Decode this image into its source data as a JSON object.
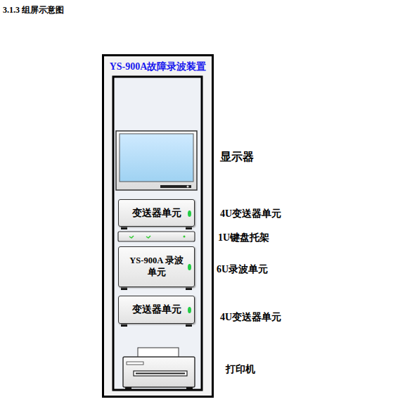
{
  "diagram": {
    "title": "3.1.3 组屏示意图",
    "nodes": [
      {
        "text": [
          "YS-900A故障录波装置"
        ]
      },
      {
        "text": [
          "变送器单元"
        ],
        "in": 0
      },
      {
        "text": [
          "YS-900A 录波单元"
        ],
        "in": 0
      },
      {
        "text": [
          "变送器单元"
        ],
        "in": 0
      }
    ],
    "labels": [
      "显示器",
      "4U变送器单元",
      "1U键盘托架",
      "6U录波单元",
      "4U变送器单元",
      "打印机"
    ]
  }
}
